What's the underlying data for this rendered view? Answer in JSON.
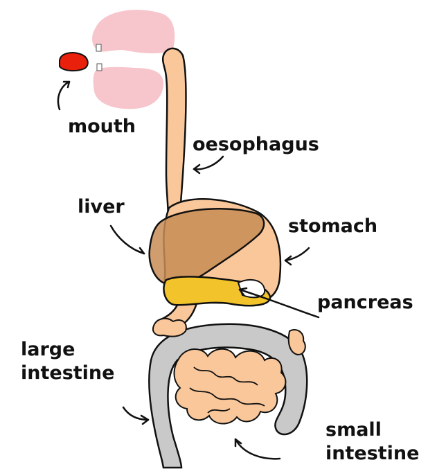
{
  "labels": {
    "mouth": "mouth",
    "oesophagus": "oesophagus",
    "liver": "liver",
    "stomach": "stomach",
    "pancreas": "pancreas",
    "large_intestine": [
      "large",
      "intestine"
    ],
    "small_intestine": [
      "small",
      "intestine"
    ]
  },
  "colors": {
    "tongue": "#e8200c",
    "mouth_tissue": "#f7c6cc",
    "tract": "#f9c79a",
    "liver": "#c88c55",
    "pancreas": "#f2c32a",
    "large_intestine": "#c9c9c9",
    "small_intestine_loops": "#c9a98f",
    "outline": "#111111"
  }
}
